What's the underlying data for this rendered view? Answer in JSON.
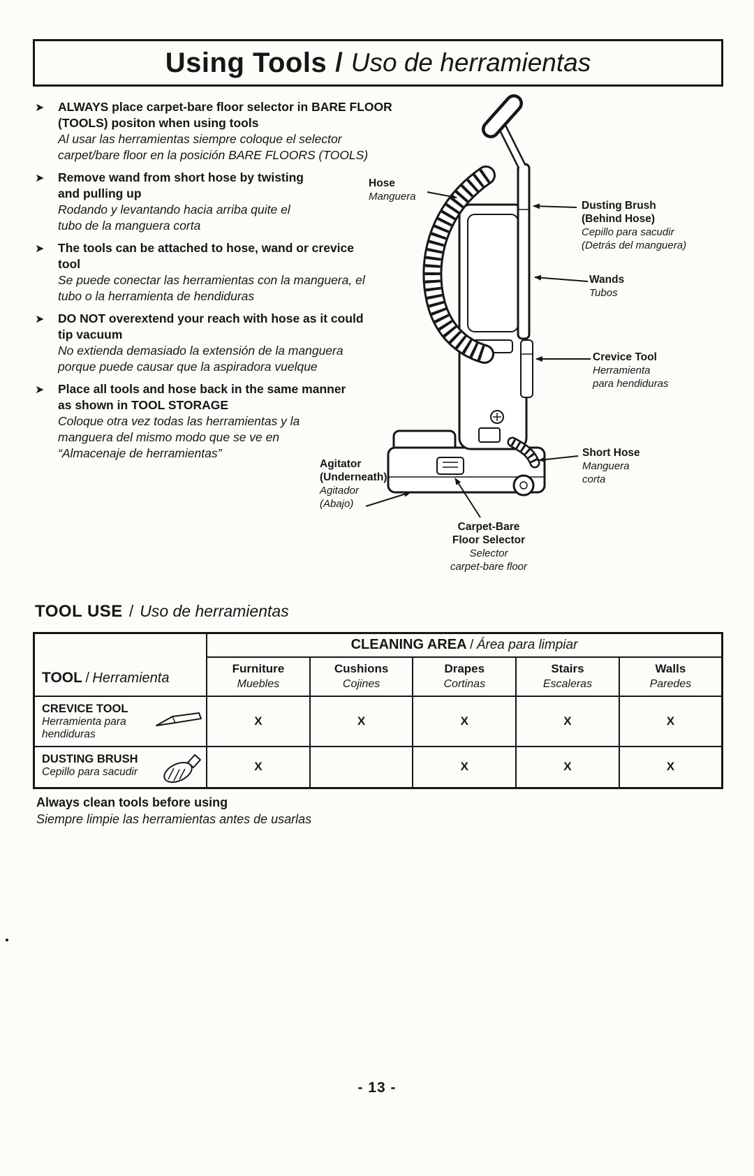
{
  "page": {
    "title_en": "Using Tools",
    "title_sep": "/",
    "title_es": "Uso de herramientas",
    "bullet_icon": "➤",
    "page_number": "- 13 -"
  },
  "bullets": [
    {
      "en": "ALWAYS place carpet-bare floor selector in BARE FLOOR\n(TOOLS) positon when using tools",
      "es": "Al usar las herramientas siempre coloque el selector\ncarpet/bare floor en la posición BARE FLOORS (TOOLS)"
    },
    {
      "en": "Remove wand from short hose by twisting\nand pulling up",
      "es": "Rodando y levantando hacia arriba quite el\ntubo de la manguera corta"
    },
    {
      "en": "The tools can be attached to hose, wand or crevice\ntool",
      "es": "Se puede conectar las herramientas con la manguera, el\ntubo o la herramienta de hendiduras"
    },
    {
      "en": "DO NOT overextend your reach with hose as it could\ntip vacuum",
      "es": "No extienda demasiado la extensión de la manguera\nporque puede causar que la aspiradora vuelque"
    },
    {
      "en": "Place all tools and hose back in the same manner\nas shown in TOOL STORAGE",
      "es": "Coloque otra vez todas las herramientas y la\nmanguera del mismo modo que se ve en\n“Almacenaje de herramientas”"
    }
  ],
  "diagram": {
    "hose": {
      "en": "Hose",
      "es": "Manguera"
    },
    "dusting_brush": {
      "en": "Dusting Brush\n(Behind Hose)",
      "es": "Cepillo para sacudir\n(Detrás del manguera)"
    },
    "wands": {
      "en": "Wands",
      "es": "Tubos"
    },
    "crevice_tool": {
      "en": "Crevice Tool",
      "es": "Herramienta\npara hendiduras"
    },
    "short_hose": {
      "en": "Short Hose",
      "es": "Manguera\ncorta"
    },
    "agitator": {
      "en": "Agitator\n(Underneath)",
      "es": "Agitador\n(Abajo)"
    },
    "selector": {
      "en": "Carpet-Bare\nFloor Selector",
      "es": "Selector\ncarpet-bare floor"
    }
  },
  "tool_use": {
    "heading_en": "TOOL USE",
    "heading_sep": "/",
    "heading_es": "Uso de herramientas",
    "table": {
      "area_en": "CLEANING AREA",
      "area_sep": "/",
      "area_es": "Área para limpiar",
      "tool_en": "TOOL",
      "tool_sep": "/",
      "tool_es": "Herramienta",
      "columns": [
        {
          "en": "Furniture",
          "es": "Muebles"
        },
        {
          "en": "Cushions",
          "es": "Cojines"
        },
        {
          "en": "Drapes",
          "es": "Cortinas"
        },
        {
          "en": "Stairs",
          "es": "Escaleras"
        },
        {
          "en": "Walls",
          "es": "Paredes"
        }
      ],
      "rows": [
        {
          "name_en": "CREVICE TOOL",
          "name_es": "Herramienta para\nhendiduras",
          "marks": [
            "X",
            "X",
            "X",
            "X",
            "X"
          ]
        },
        {
          "name_en": "DUSTING BRUSH",
          "name_es": "Cepillo para sacudir",
          "marks": [
            "X",
            "",
            "X",
            "X",
            "X"
          ]
        }
      ]
    },
    "footnote_en": "Always clean tools before using",
    "footnote_es": "Siempre limpie las herramientas antes de usarlas"
  }
}
